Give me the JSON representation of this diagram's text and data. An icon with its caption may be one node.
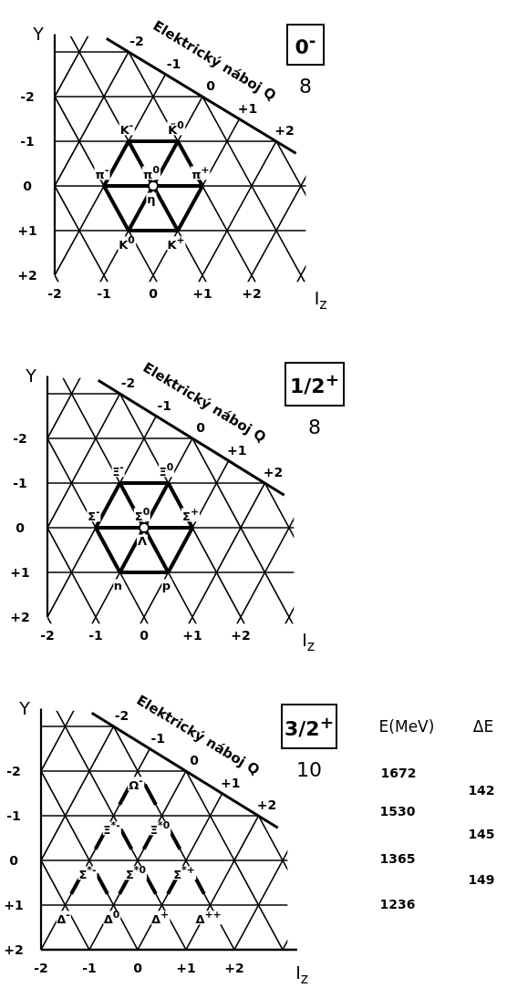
{
  "diagram": {
    "nodes": [
      {
        "text": [
          "0$^{-}$"
        ],
        "beside": [
          "8"
        ]
      },
      {
        "text": [
          "1/2$^{+}$"
        ],
        "beside": [
          "8"
        ]
      },
      {
        "text": [
          "3/2$^{+}$"
        ],
        "beside": [
          "10"
        ]
      }
    ],
    "labels": [
      "Y",
      "Elektrický náboj Q",
      "-2",
      "-1",
      "0",
      "+1",
      "+2",
      "-2",
      "-1",
      "0",
      "+1",
      "+2",
      "K$^{-}$",
      "K̃$^{0}$",
      "π$^{-}$",
      "π$^{0}$",
      "π$^{+}$",
      "η",
      "K$^{0}$",
      "K$^{+}$",
      "-2",
      "-1",
      "0",
      "+1",
      "+2",
      "I$_{z}$",
      "Y",
      "Elektrický náboj Q",
      "-2",
      "-1",
      "0",
      "+1",
      "+2",
      "-2",
      "-1",
      "0",
      "+1",
      "+2",
      "Ξ$^{-}$",
      "Ξ$^{0}$",
      "Σ$^{-}$",
      "Σ$^{0}$",
      "Σ$^{+}$",
      "Λ",
      "n",
      "p",
      "-2",
      "-1",
      "0",
      "+1",
      "+2",
      "I$_{z}$",
      "Y",
      "Elektrický náboj Q",
      "-2",
      "-1",
      "0",
      "+1",
      "+2",
      "-2",
      "-1",
      "0",
      "+1",
      "+2",
      "Ω$^{-}$",
      "Ξ$^{*-}$",
      "Ξ$^{*0}$",
      "Σ$^{*-}$",
      "Σ$^{*0}$",
      "Σ$^{*+}$",
      "Δ$^{-}$",
      "Δ$^{0}$",
      "Δ$^{+}$",
      "Δ$^{++}$",
      "-2",
      "-1",
      "0",
      "+1",
      "+2",
      "I$_{z}$",
      "E(MeV)",
      "ΔE",
      "1672",
      "142",
      "1530",
      "145",
      "1365",
      "149",
      "1236"
    ]
  }
}
